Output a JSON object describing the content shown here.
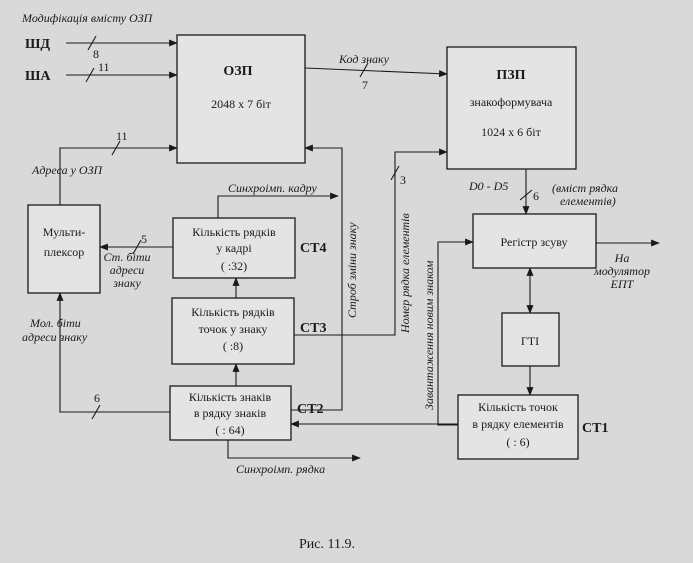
{
  "blocks": {
    "ozp": {
      "name": "ОЗП",
      "size": "2048 х 7 біт"
    },
    "pzp": {
      "name": "ПЗП",
      "subtitle": "знакоформувача",
      "size": "1024 х 6 біт"
    },
    "mux": {
      "line1": "Мульти-",
      "line2": "плексор"
    },
    "ct4": {
      "line1": "Кількість рядків",
      "line2": "у кадрі",
      "line3": "( :32)",
      "tag": "СТ4"
    },
    "ct3": {
      "line1": "Кількість рядків",
      "line2": "точок у знаку",
      "line3": "( :8)",
      "tag": "СТ3"
    },
    "ct2": {
      "line1": "Кількість знаків",
      "line2": "в рядку  знаків",
      "line3": "( : 64)",
      "tag": "СТ2"
    },
    "reg": {
      "name": "Регістр зсуву"
    },
    "gti": {
      "name": "ГТІ"
    },
    "ct1": {
      "line1": "Кількість точок",
      "line2": "в рядку елементів",
      "line3": "( : 6)",
      "tag": "СТ1"
    }
  },
  "inputs": {
    "shd": "ШД",
    "sha": "ША"
  },
  "labels": {
    "modify": "Модифікація вмісту ОЗП",
    "code": "Код знаку",
    "addr_ozp": "Адреса у ОЗП",
    "sync_frame": "Синхроімп. кадру",
    "high_bits_1": "Ст. біти",
    "high_bits_2": "адреси",
    "high_bits_3": "знаку",
    "low_bits_1": "Мол. біти",
    "low_bits_2": "адреси знаку",
    "strobe": "Строб зміни знаку",
    "row_num": "Номер рядка елементів",
    "load_new": "Завантаження новим знаком",
    "d0d5": "D0 - D5",
    "content_1": "(вміст рядка",
    "content_2": "елементів)",
    "modulator_1": "На",
    "modulator_2": "модулятор",
    "modulator_3": "ЕПТ",
    "sync_row": "Синхроімп. рядка"
  },
  "bus_widths": {
    "shd": "8",
    "sha": "11",
    "code": "7",
    "addr": "11",
    "high": "5",
    "low": "6",
    "rownum": "3",
    "data": "6"
  },
  "caption": "Рис. 11.9."
}
